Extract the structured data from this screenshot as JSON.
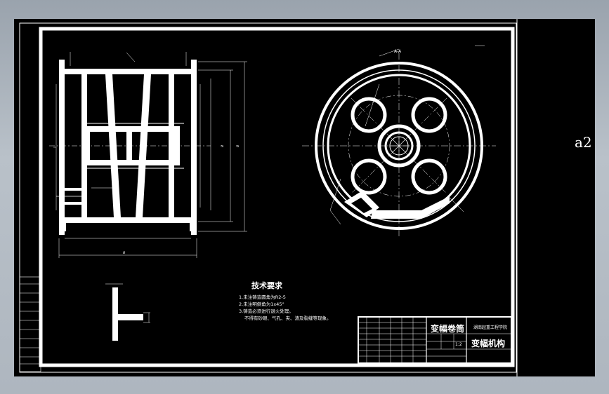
{
  "sheet": {
    "size_tag": "a2",
    "colors": {
      "background": "#000000",
      "lines": "#ffffff",
      "frame_gray": "#9aa3ad"
    }
  },
  "technical_requirements": {
    "title": "技术要求",
    "notes": [
      "1.未注铸造圆角为R2-5",
      "2.未注明倒角为1x45°",
      "3.铸造必须进行退火处理。",
      "不得有砂眼、气孔、夹、渣及裂缝等现象。"
    ]
  },
  "title_block": {
    "drawing_title": "变幅卷筒",
    "assembly_title": "变幅机构",
    "company": "湖南起重工程学院",
    "scale": "1:2"
  },
  "section_label": "A-A"
}
